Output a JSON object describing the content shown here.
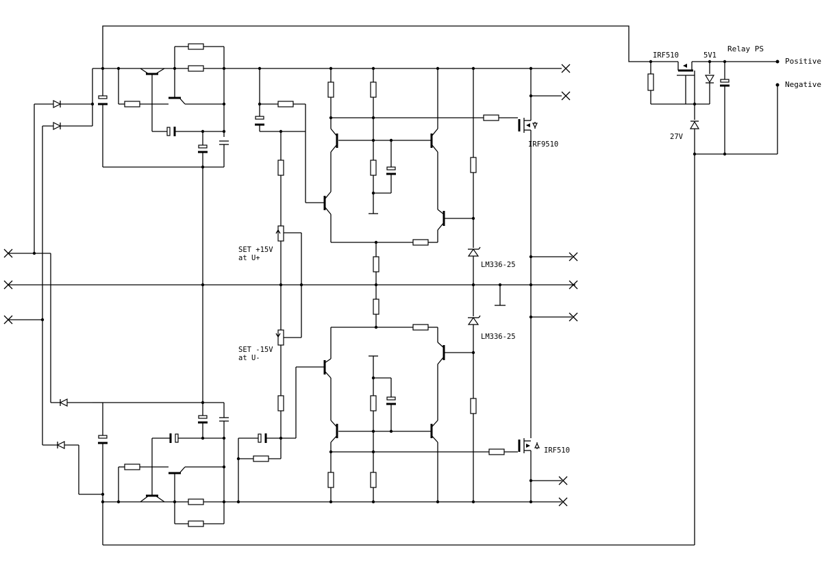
{
  "labels": {
    "relay_ps": "Relay PS",
    "positive": "Positive",
    "negative": "Negative",
    "irf510_top": "IRF510",
    "zener_5v1": "5V1",
    "zener_27v": "27V",
    "irf9510": "IRF9510",
    "irf510_bottom": "IRF510",
    "lm336_top": "LM336-25",
    "lm336_bottom": "LM336-25",
    "set_pos_1": "SET +15V",
    "set_pos_2": "at U+",
    "set_neg_1": "SET -15V",
    "set_neg_2": "at U-"
  }
}
